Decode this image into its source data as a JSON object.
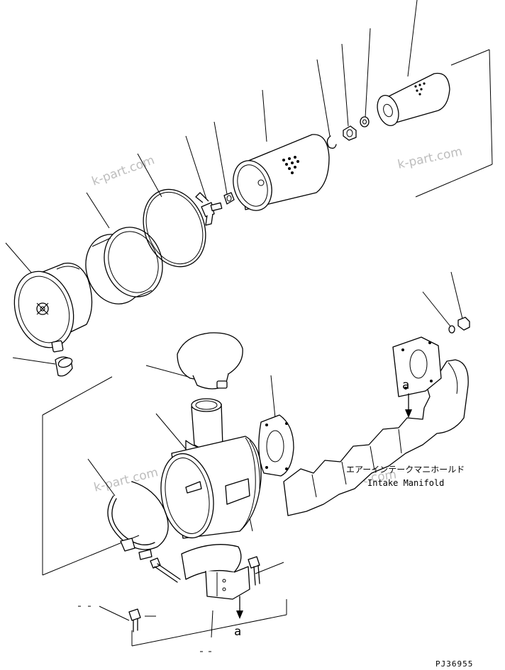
{
  "labels": {
    "manifold_jp": "エアーインテークマニホールド",
    "manifold_en": "Intake Manifold",
    "arrow_a_top": "a",
    "arrow_a_bottom": "a",
    "drawing_code": "PJ36955"
  },
  "watermarks": [
    "k-part.com",
    "k-part.com",
    "k-part.com",
    "k-part.com"
  ],
  "colors": {
    "line": "#000000",
    "background": "#ffffff",
    "watermark": "#bdbdbd"
  }
}
